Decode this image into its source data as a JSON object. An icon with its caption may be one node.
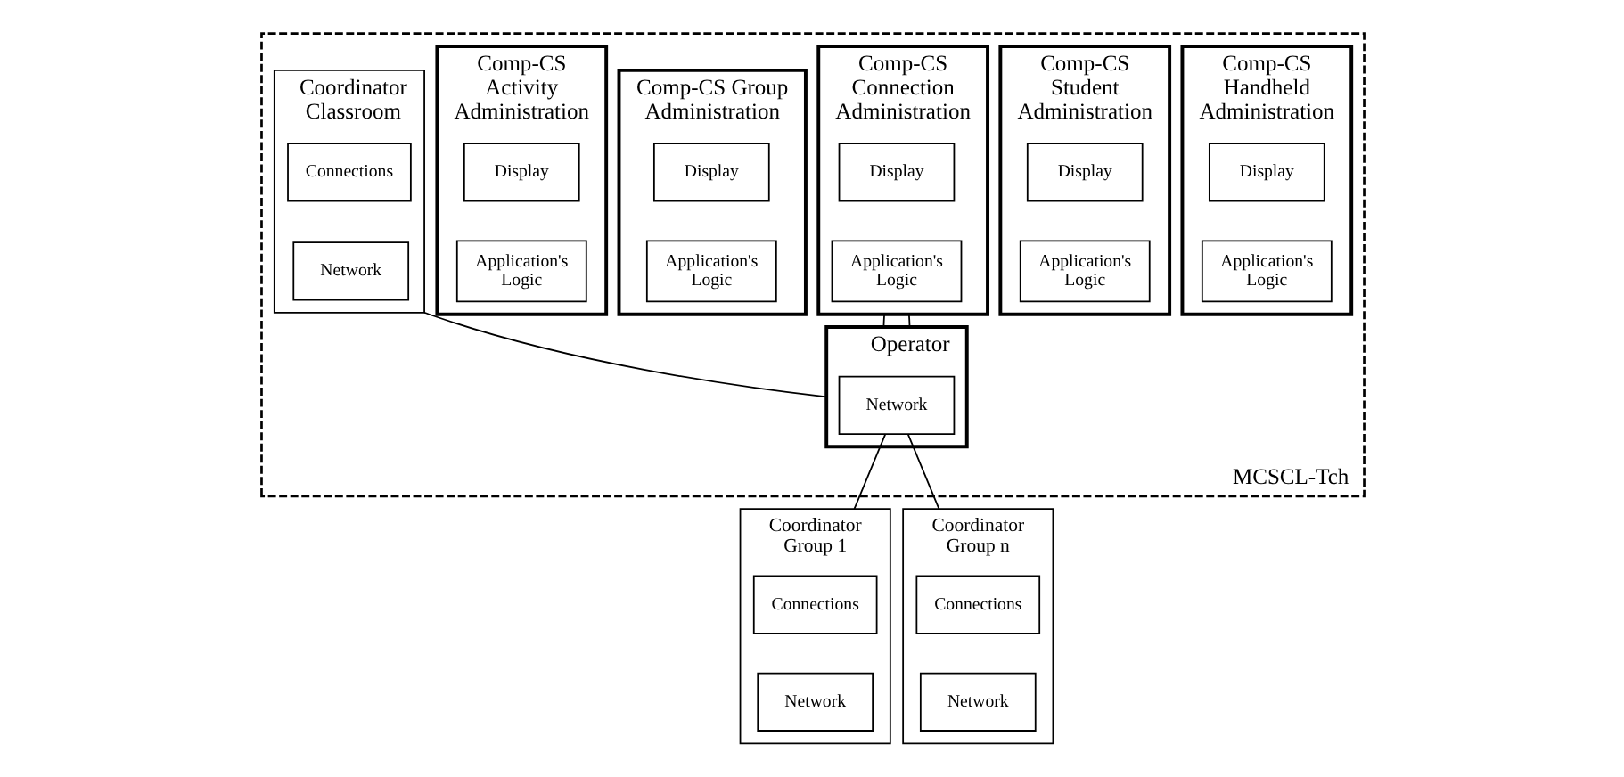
{
  "diagram": {
    "nodes": [
      {
        "text": [
          "MCSCL-Tch"
        ]
      },
      {
        "text": [
          "Comp-CS Handheld Administration"
        ],
        "in": 0
      },
      {
        "text": [
          "Display"
        ],
        "in": 1
      },
      {
        "text": [
          "Application's Logic"
        ],
        "in": 1
      },
      {
        "text": [
          "Comp-CS Student Administration"
        ],
        "in": 0
      },
      {
        "text": [
          "Display"
        ],
        "in": 4
      },
      {
        "text": [
          "Application's Logic"
        ],
        "in": 4
      },
      {
        "text": [
          "Comp-CS Connection Administration"
        ],
        "in": 0
      },
      {
        "text": [
          "Display"
        ],
        "in": 7
      },
      {
        "text": [
          "Application's Logic"
        ],
        "in": 7
      },
      {
        "text": [
          "Comp-CS Group Administration"
        ],
        "in": 0
      },
      {
        "text": [
          "Display"
        ],
        "in": 10
      },
      {
        "text": [
          "Application's Logic"
        ],
        "in": 10
      },
      {
        "text": [
          "Comp-CS Activity Administration"
        ],
        "in": 0
      },
      {
        "text": [
          "Display"
        ],
        "in": 13
      },
      {
        "text": [
          "Application's Logic"
        ],
        "in": 13
      },
      {
        "text": [
          "Coordinator Classroom"
        ],
        "in": 0
      },
      {
        "text": [
          "Connections"
        ],
        "in": 16
      },
      {
        "text": [
          "Network"
        ],
        "in": 16
      },
      {
        "text": [
          "Operator"
        ],
        "in": 0
      },
      {
        "text": [
          "Network"
        ],
        "in": 19
      },
      {
        "text": [
          "Coordinator Group 1"
        ]
      },
      {
        "text": [
          "Connections"
        ],
        "in": 21
      },
      {
        "text": [
          "Network"
        ],
        "in": 21
      },
      {
        "text": [
          "Coordinator Group n"
        ]
      },
      {
        "text": [
          "Connections"
        ],
        "in": 24
      },
      {
        "text": [
          "Network"
        ],
        "in": 24
      }
    ],
    "edges": [
      {
        "from": 7,
        "to": 19,
        "arrow": "none"
      },
      {
        "from": 7,
        "to": 19,
        "arrow": "none"
      },
      {
        "from": 16,
        "to": 19,
        "arrow": "none"
      },
      {
        "from": 20,
        "to": 21,
        "arrow": "none"
      },
      {
        "from": 20,
        "to": 24,
        "arrow": "none"
      }
    ]
  }
}
